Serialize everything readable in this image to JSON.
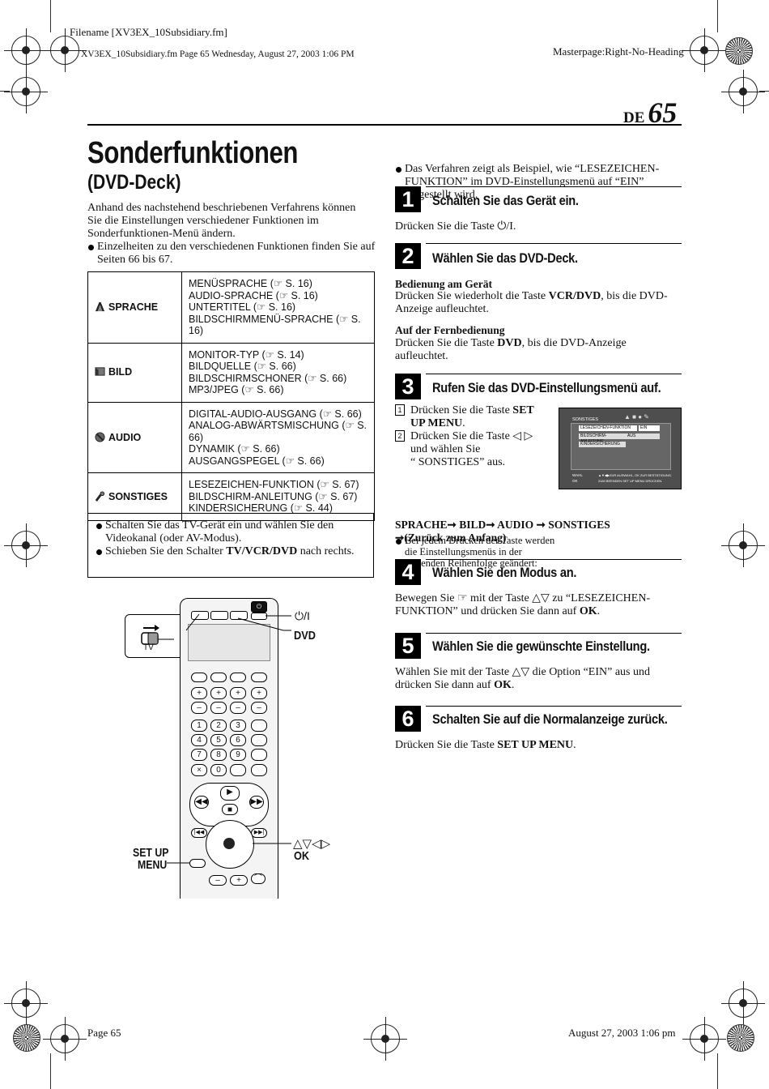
{
  "header": {
    "filename": "Filename [XV3EX_10Subsidiary.fm]",
    "fileinfo": "XV3EX_10Subsidiary.fm  Page 65  Wednesday, August 27, 2003  1:06 PM",
    "masterpage": "Masterpage:Right-No-Heading",
    "lang": "DE",
    "page_number": "65"
  },
  "left": {
    "title": "Sonderfunktionen",
    "subtitle": "(DVD-Deck)",
    "intro": "Anhand des nachstehend beschriebenen Verfahrens können Sie die Einstellungen verschiedener Funktionen im Sonderfunktionen-Menü ändern.",
    "intro_bullet": "Einzelheiten zu den verschiedenen Funktionen finden Sie auf Seiten 66 bis 67.",
    "menu_table": [
      {
        "label": "SPRACHE",
        "icon": "sprache-icon",
        "items": [
          "MENÜSPRACHE (☞ S. 16)",
          "AUDIO-SPRACHE (☞ S. 16)",
          "UNTERTITEL (☞ S. 16)",
          "BILDSCHIRMMENÜ-SPRACHE (☞ S. 16)"
        ]
      },
      {
        "label": "BILD",
        "icon": "bild-icon",
        "items": [
          "MONITOR-TYP (☞ S. 14)",
          "BILDQUELLE (☞ S. 66)",
          "BILDSCHIRMSCHONER (☞ S. 66)",
          "MP3/JPEG (☞ S. 66)"
        ]
      },
      {
        "label": "AUDIO",
        "icon": "audio-icon",
        "items": [
          "DIGITAL-AUDIO-AUSGANG (☞ S. 66)",
          "ANALOG-ABWÄRTSMISCHUNG (☞ S. 66)",
          "DYNAMIK (☞ S. 66)",
          "AUSGANGSPEGEL (☞ S. 66)"
        ]
      },
      {
        "label": "SONSTIGES",
        "icon": "wrench-icon",
        "items": [
          "LESEZEICHEN-FUNKTION (☞ S. 67)",
          "BILDSCHIRM-ANLEITUNG (☞ S. 67)",
          "KINDERSICHERUNG (☞ S. 44)"
        ]
      }
    ],
    "prep_box": {
      "bullet1": "Schalten Sie das TV-Gerät ein und wählen Sie den Videokanal (oder AV-Modus).",
      "bullet2_pre": "Schieben Sie den Schalter ",
      "bullet2_bold": "TV/VCR/DVD",
      "bullet2_post": " nach rechts."
    },
    "remote_labels": {
      "power": "⏻/I",
      "dvd": "DVD",
      "tv": "TV",
      "setup1": "SET UP",
      "setup2": "MENU",
      "arrows": "△▽◁▷",
      "ok": "OK"
    }
  },
  "right": {
    "note_bullet": "Das Verfahren zeigt als Beispiel, wie “LESEZEICHEN-FUNKTION” im DVD-Einstellungsmenü auf “EIN” eingestellt wird.",
    "steps": [
      {
        "num": "1",
        "title": "Schalten Sie das Gerät ein."
      },
      {
        "num": "2",
        "title": "Wählen Sie das DVD-Deck."
      },
      {
        "num": "3",
        "title": "Rufen Sie das DVD-Einstellungsmenü auf."
      },
      {
        "num": "4",
        "title": "Wählen Sie den Modus an."
      },
      {
        "num": "5",
        "title": "Wählen Sie die gewünschte Einstellung."
      },
      {
        "num": "6",
        "title": "Schalten Sie auf die Normalanzeige zurück."
      }
    ],
    "s1_text": "Drücken Sie die Taste ⏻/I.",
    "s2": {
      "h1": "Bedienung am Gerät",
      "t1_pre": "Drücken Sie wiederholt die Taste ",
      "t1_bold": "VCR/DVD",
      "t1_post": ", bis die DVD-Anzeige aufleuchtet.",
      "h2": "Auf der Fernbedienung",
      "t2_pre": "Drücken Sie die Taste ",
      "t2_bold": "DVD",
      "t2_post": ", bis die DVD-Anzeige aufleuchtet."
    },
    "s3": {
      "n1": "1",
      "a_pre": "Drücken Sie die Taste ",
      "a_bold": "SET UP MENU",
      "a_post": ".",
      "n2": "2",
      "b1": "Drücken Sie die Taste ◁ ▷",
      "b2": "und wählen Sie",
      "b3": "“ SONSTIGES” aus.",
      "bullet": "Bei jedem Drücken der Taste werden die Einstellungsmenüs in der folgenden Reihenfolge geändert:",
      "seq": "SPRACHE➞ BILD➞ AUDIO ➞ SONSTIGES",
      "seq2": "➞(Zurück zum Anfang)",
      "osd": {
        "tab": "SONSTIGES",
        "row1": "LESEZEICHEN-FUNKTION",
        "row1_val": "EIN",
        "row2": "BILDSCHIRM-ANLEITUNG",
        "row2_val": "AUS",
        "row3": "KINDERSICHERUNG",
        "foot_l1": "WAHL",
        "foot_l2": "OK",
        "foot_r1": "▲▼◀▶ZUR AUSWAHL, OK ZUR BESTÄTIGUNG.",
        "foot_r2": "ZUM BEENDEN SET UP MENU DRÜCKEN."
      }
    },
    "s4": {
      "pre": "Bewegen Sie ",
      "mid": " mit der Taste △▽ zu “LESEZEICHEN-FUNKTION” und drücken Sie dann auf ",
      "bold": "OK",
      "post": "."
    },
    "s5": {
      "pre": "Wählen Sie mit der Taste △▽ die Option “EIN” aus und drücken Sie dann auf ",
      "bold": "OK",
      "post": "."
    },
    "s6": {
      "pre": "Drücken Sie die Taste ",
      "bold": "SET UP MENU",
      "post": "."
    }
  },
  "footer": {
    "left": "Page 65",
    "right": "August 27, 2003 1:06 pm"
  }
}
